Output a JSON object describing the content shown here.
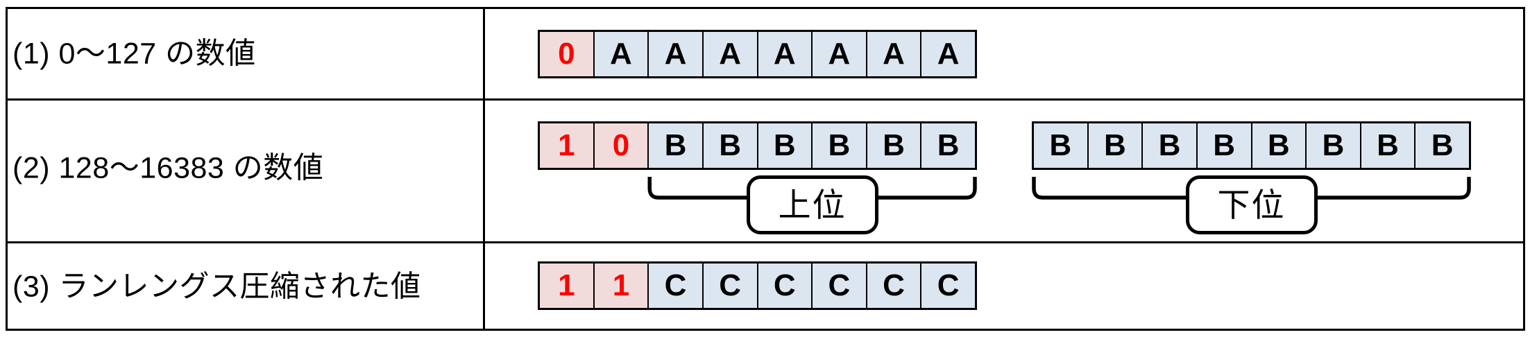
{
  "table": {
    "rows": [
      {
        "label": "(1) 0～127 の数値",
        "bytes": [
          {
            "bits": [
              "0",
              "A",
              "A",
              "A",
              "A",
              "A",
              "A",
              "A"
            ],
            "flag_count": 1
          }
        ]
      },
      {
        "label": "(2) 128～16383 の数値",
        "bytes": [
          {
            "bits": [
              "1",
              "0",
              "B",
              "B",
              "B",
              "B",
              "B",
              "B"
            ],
            "flag_count": 2,
            "brace": {
              "label": "上位",
              "from_bit": 2,
              "to_bit": 8
            }
          },
          {
            "bits": [
              "B",
              "B",
              "B",
              "B",
              "B",
              "B",
              "B",
              "B"
            ],
            "flag_count": 0,
            "brace": {
              "label": "下位",
              "from_bit": 0,
              "to_bit": 8
            }
          }
        ]
      },
      {
        "label": "(3) ランレングス圧縮された値",
        "bytes": [
          {
            "bits": [
              "1",
              "1",
              "C",
              "C",
              "C",
              "C",
              "C",
              "C"
            ],
            "flag_count": 2
          }
        ]
      }
    ]
  },
  "colors": {
    "flag_bg": "#F2DCDB",
    "flag_text": "#FF0000",
    "data_bg": "#DCE6F1",
    "data_text": "#000000",
    "border": "#000000"
  }
}
